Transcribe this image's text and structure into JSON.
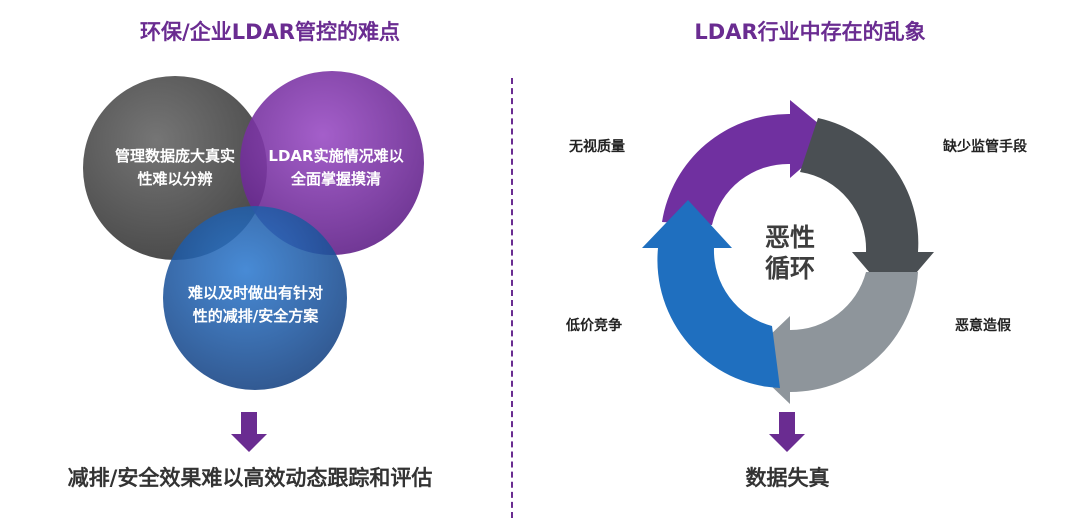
{
  "left": {
    "title": "环保/企业LDAR管控的难点",
    "circles": [
      {
        "line1": "管理数据庞大真实",
        "line2": "性难以分辨",
        "color": "#555555"
      },
      {
        "line1": "LDAR实施情况难以",
        "line2": "全面掌握摸清",
        "color": "#7b2fa0"
      },
      {
        "line1": "难以及时做出有针对",
        "line2": "性的减排/安全方案",
        "color": "#1f5fae"
      }
    ],
    "conclusion": "减排/安全效果难以高效动态跟踪和评估"
  },
  "right": {
    "title": "LDAR行业中存在的乱象",
    "center_line1": "恶性",
    "center_line2": "循环",
    "labels": {
      "top_left": "无视质量",
      "top_right": "缺少监管手段",
      "bottom_right": "恶意造假",
      "bottom_left": "低价竞争"
    },
    "conclusion": "数据失真"
  },
  "colors": {
    "accent_purple": "#6a2c91",
    "arrow_purple": "#7030a0",
    "arrow_dark_gray": "#4a4f53",
    "arrow_light_gray": "#8e959b",
    "arrow_blue": "#1f6fbf"
  }
}
